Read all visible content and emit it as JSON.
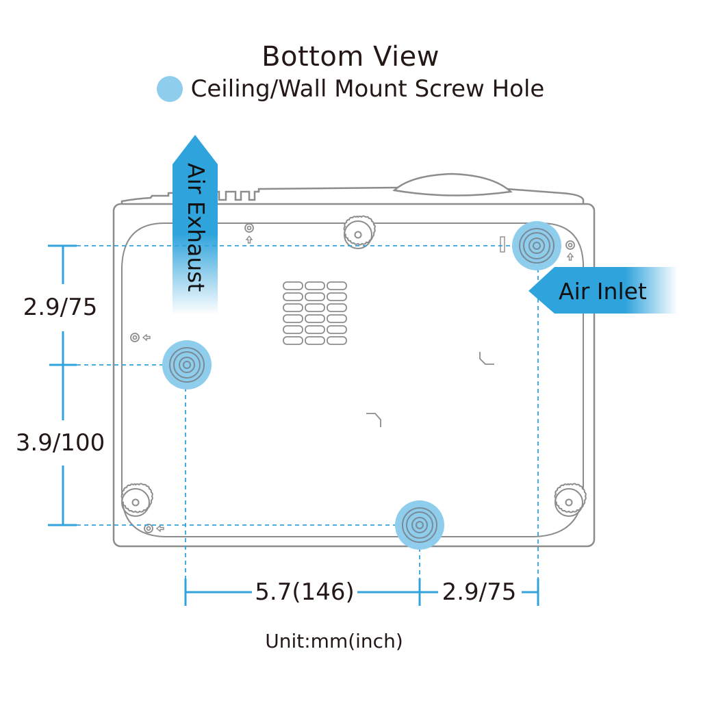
{
  "title": "Bottom View",
  "legend": {
    "label": "Ceiling/Wall Mount Screw Hole",
    "color": "#8fcdec"
  },
  "arrows": {
    "exhaust": {
      "label": "Air Exhaust",
      "color": "#2fa3dc"
    },
    "inlet": {
      "label": "Air Inlet",
      "color": "#2fa3dc"
    }
  },
  "dimensions": {
    "vertical_top": "2.9/75",
    "vertical_bottom": "3.9/100",
    "horizontal_left": "5.7(146)",
    "horizontal_right": "2.9/75"
  },
  "unit_note": "Unit:mm(inch)",
  "colors": {
    "outline": "#8c8c8c",
    "dimension_line": "#2fa3dc",
    "screw_hole": "#8fcdec",
    "text": "#231815"
  }
}
